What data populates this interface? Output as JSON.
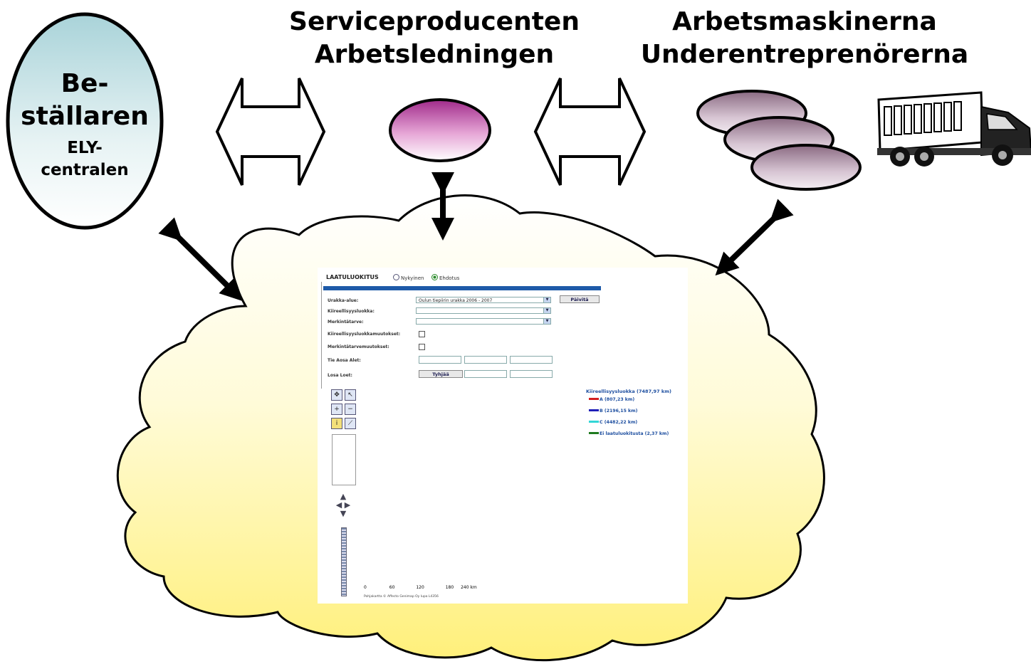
{
  "headings": {
    "service_line1": "Serviceproducenten",
    "service_line2": "Arbetsledningen",
    "machines_line1": "Arbetsmaskinerna",
    "machines_line2": "Underentreprenörerna"
  },
  "orderer": {
    "line1": "Be-",
    "line2": "ställaren",
    "line3": "ELY-",
    "line4": "centralen"
  },
  "app": {
    "title": "LAATULUOKITUS",
    "radio_current": "Nykyinen",
    "radio_proposal": "Ehdotus",
    "labels": {
      "urakka_alue": "Urakka-alue:",
      "kiireellisyysluokka": "Kiireellisyysluokka:",
      "merkintatarve": "Merkintätarve:",
      "kiireellisyysluokkamuutokset": "Kiireellisyysluokkamuutokset:",
      "merkintatarvemuutokset": "Merkintätarvemuutokset:",
      "tie_aosa_alet": "Tie Aosa Alet:",
      "losa_loet": "Losa Loet:"
    },
    "urakka_value": "Oulun tiepiirin urakka 2006 - 2007",
    "update_button": "Päivitä",
    "clear_button": "Tyhjää",
    "scale_labels": [
      "0",
      "60",
      "120",
      "180",
      "240 km"
    ],
    "copyright": "Pohjakartta © Affecto Genimap Oy lupa L4356",
    "legend": {
      "title": "Kiireellisyysluokka (7487,97 km)",
      "items": [
        {
          "label": "A (807,23 km)",
          "color": "#d21f1f"
        },
        {
          "label": "B (2196,15 km)",
          "color": "#1f1fb8"
        },
        {
          "label": "C (4482,22 km)",
          "color": "#33d6d6"
        },
        {
          "label": "Ei laatuluokitusta (2,37 km)",
          "color": "#1f7a1f"
        }
      ]
    }
  }
}
